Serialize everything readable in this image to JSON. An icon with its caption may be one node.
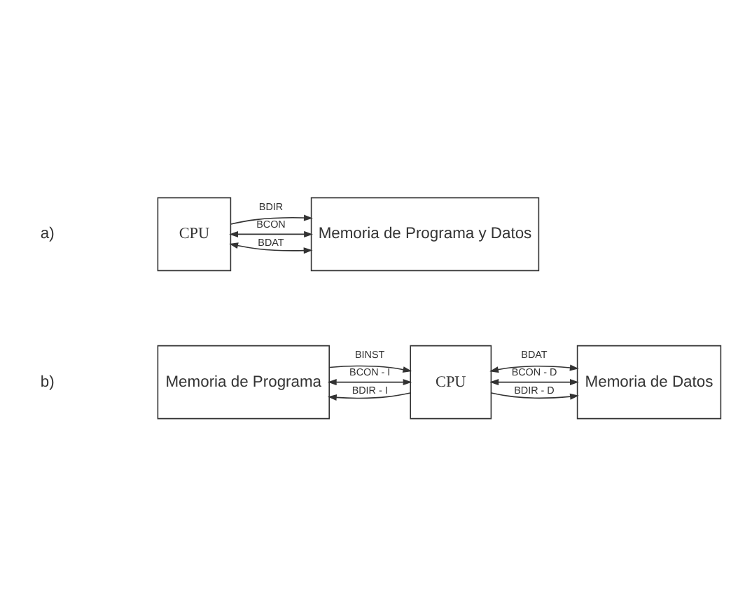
{
  "diagram": {
    "nodes": [
      {
        "text": [
          "CPU"
        ]
      },
      {
        "text": [
          "Memoria de Programa y Datos"
        ]
      },
      {
        "text": [
          "Memoria de Programa"
        ]
      },
      {
        "text": [
          "CPU"
        ]
      },
      {
        "text": [
          "Memoria de Datos"
        ]
      }
    ],
    "edges": [
      {
        "from": 0,
        "to": 1,
        "arrow": "to",
        "label": "BDIR"
      },
      {
        "from": 0,
        "to": 1,
        "arrow": "both",
        "label": "BDAT"
      },
      {
        "from": 0,
        "to": 1,
        "arrow": "both",
        "label": "BCON"
      },
      {
        "from": 3,
        "to": 2,
        "arrow": "to",
        "label": "BDIR - I"
      },
      {
        "from": 3,
        "to": 4,
        "arrow": "to",
        "label": "BDIR - D"
      },
      {
        "from": 2,
        "to": 3,
        "arrow": "to",
        "label": "BINST"
      },
      {
        "from": 2,
        "to": 3,
        "arrow": "both",
        "label": "BCON - I"
      },
      {
        "from": 3,
        "to": 4,
        "arrow": "both",
        "label": "BDAT"
      },
      {
        "from": 3,
        "to": 4,
        "arrow": "both",
        "label": "BCON - D"
      }
    ],
    "labels": [
      "a)",
      "b)"
    ]
  }
}
